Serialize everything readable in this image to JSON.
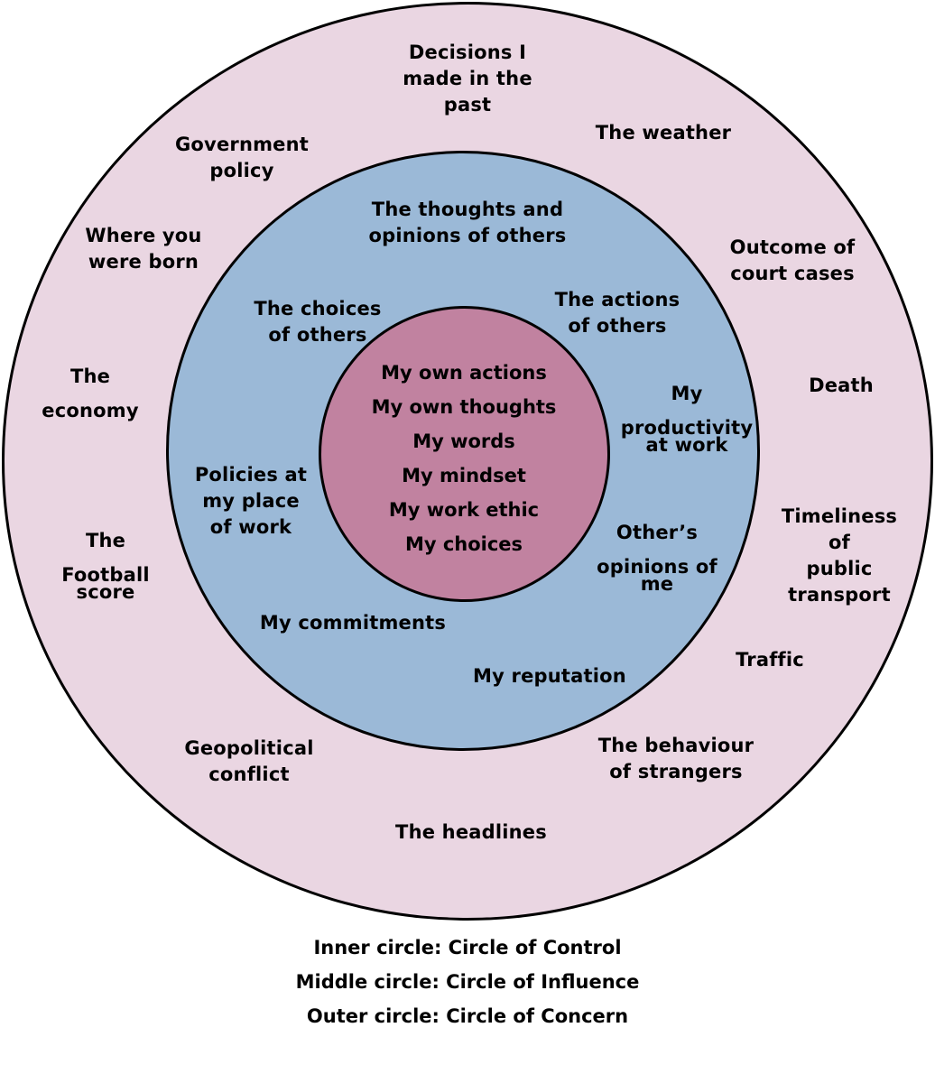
{
  "outer_items": [
    "Decisions I\nmade in the\npast",
    "The weather",
    "Government\npolicy",
    "Where you\nwere born",
    "Outcome of\ncourt cases",
    "The\n\neconomy",
    "Death",
    "Timeliness of\npublic\ntransport",
    "The\n\nFootball\nscore",
    "Traffic",
    "Geopolitical\nconflict",
    "The behaviour\nof strangers",
    "The headlines"
  ],
  "middle_items": [
    "The thoughts and\nopinions of others",
    "The choices\nof others",
    "The actions\nof others",
    "My\n\nproductivity\nat work",
    "Policies at\nmy place\nof work",
    "Other’s\n\nopinions of\nme",
    "My commitments",
    "My reputation"
  ],
  "inner_items": [
    "My own actions",
    "My own thoughts",
    "My words",
    "My mindset",
    "My work ethic",
    "My choices"
  ],
  "legend": [
    "Inner circle: Circle of Control",
    "Middle circle: Circle of Influence",
    "Outer circle: Circle of Concern"
  ],
  "colors": {
    "outer_fill": "#ead6e2",
    "middle_fill": "#9bb9d7",
    "inner_fill": "#c182a0",
    "stroke": "#000000"
  }
}
